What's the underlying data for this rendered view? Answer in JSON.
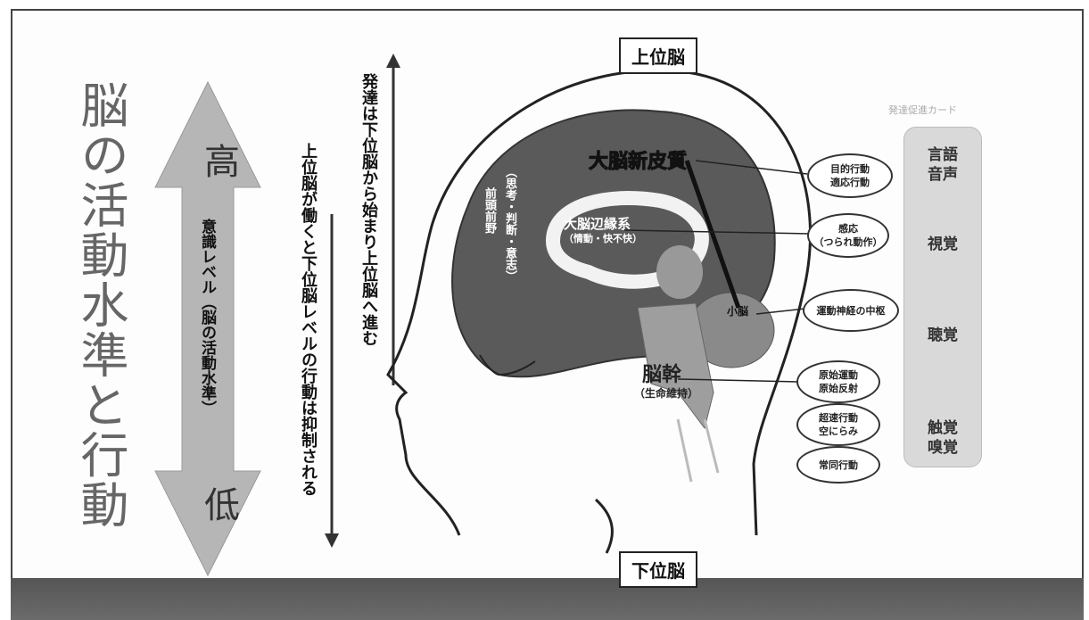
{
  "title": "脳の活動水準と行動",
  "arrow": {
    "high": "高",
    "low": "低",
    "consciousness": "意識レベル（脳の活動水準）"
  },
  "suppression_note": "上位脳が働くと下位脳レベルの行動は抑制される",
  "development_note": "発達は下位脳から始まり上位脳へ進む",
  "upper_brain": "上位脳",
  "lower_brain": "下位脳",
  "neocortex": "大脳新皮質",
  "frontal": {
    "name": "前頭前野",
    "sub": "（思考・判断・意志）"
  },
  "limbic": {
    "name": "大脳辺縁系",
    "sub": "（情動・快不快）"
  },
  "cerebellum": "小脳",
  "brainstem": {
    "name": "脳幹",
    "sub": "（生命維持）"
  },
  "behaviors": [
    {
      "line1": "目的行動",
      "line2": "適応行動"
    },
    {
      "line1": "感応",
      "line2": "（つられ動作）"
    },
    {
      "line1": "運動神経の中枢",
      "line2": ""
    },
    {
      "line1": "原始運動",
      "line2": "原始反射"
    },
    {
      "line1": "超速行動",
      "line2": "空にらみ"
    },
    {
      "line1": "常同行動",
      "line2": ""
    }
  ],
  "senses_header": "発達促進カード",
  "senses": [
    {
      "line1": "言語",
      "line2": "音声"
    },
    {
      "line1": "視覚",
      "line2": ""
    },
    {
      "line1": "聴覚",
      "line2": ""
    },
    {
      "line1": "触覚",
      "line2": "嗅覚"
    }
  ]
}
